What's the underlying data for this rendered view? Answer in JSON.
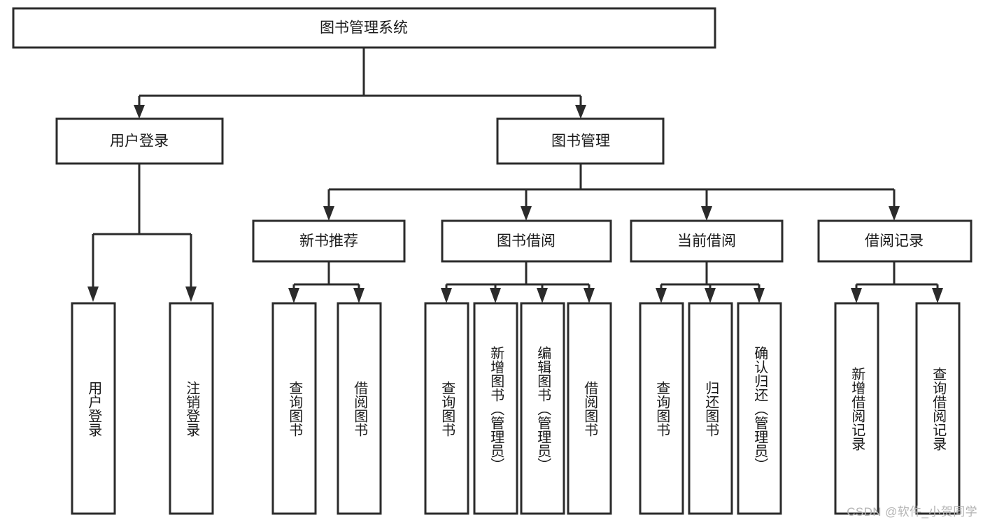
{
  "diagram": {
    "type": "tree",
    "title": "图书管理系统",
    "orientation": "top-down",
    "colors": {
      "box_stroke": "#2b2b2b",
      "box_fill": "#ffffff",
      "line": "#2b2b2b",
      "text": "#1a1a1a",
      "background": "#ffffff",
      "watermark": "#b4b4b4"
    },
    "root": {
      "label": "图书管理系统"
    },
    "level1": [
      {
        "label": "用户登录"
      },
      {
        "label": "图书管理"
      }
    ],
    "level2": [
      {
        "label": "新书推荐"
      },
      {
        "label": "图书借阅"
      },
      {
        "label": "当前借阅"
      },
      {
        "label": "借阅记录"
      }
    ],
    "leaves": {
      "user_login": [
        {
          "label": "用户登录"
        },
        {
          "label": "注销登录"
        }
      ],
      "new_book_recommend": [
        {
          "label": "查询图书"
        },
        {
          "label": "借阅图书"
        }
      ],
      "book_borrow": [
        {
          "label": "查询图书"
        },
        {
          "label": "新增图书（管理员）"
        },
        {
          "label": "编辑图书（管理员）"
        },
        {
          "label": "借阅图书"
        }
      ],
      "current_borrow": [
        {
          "label": "查询图书"
        },
        {
          "label": "归还图书"
        },
        {
          "label": "确认归还（管理员）"
        }
      ],
      "borrow_record": [
        {
          "label": "新增借阅记录"
        },
        {
          "label": "查询借阅记录"
        }
      ]
    }
  },
  "watermark": {
    "text": "CSDN @软件_小贺同学"
  }
}
